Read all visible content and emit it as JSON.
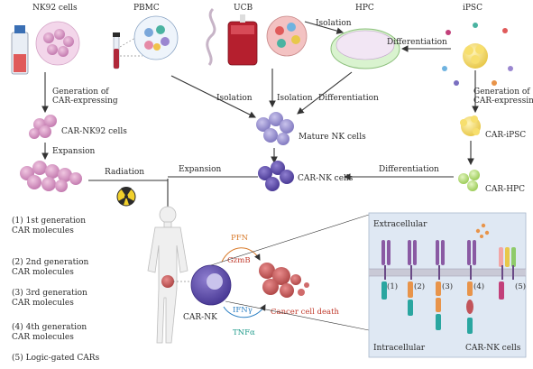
{
  "labels": {
    "nk92": "NK92 cells",
    "pbmc": "PBMC",
    "ucb": "UCB",
    "hpc": "HPC",
    "ipsc": "iPSC",
    "gen1_a": "Generation of",
    "gen1_b": "CAR-expressing",
    "car_nk92": "CAR-NK92 cells",
    "expansion_left": "Expansion",
    "isolation_pbmc": "Isolation",
    "isolation_ucb": "Isolation",
    "differentiation_hpc": "Differentiation",
    "isolation_top": "Isolation",
    "differentiation_top": "Differentiation",
    "gen2_a": "Generation of",
    "gen2_b": "CAR-expressing",
    "mature_nk": "Mature NK cells",
    "car_ipsc": "CAR-iPSC",
    "radiation": "Radiation",
    "expansion_mid": "Expansion",
    "car_nk": "CAR-NK cells",
    "differentiation_bottom": "Differentiation",
    "car_hpc": "CAR-HPC",
    "pfn": "PFN",
    "gzmb": "GzmB",
    "ifng": "IFNγ",
    "tnfa": "TNFα",
    "car_nk_bottom": "CAR-NK",
    "cancer_death": "Cancer cell death",
    "extracellular": "Extracellular",
    "intracellular": "Intracellular",
    "car_nk_cells_panel": "CAR-NK cells"
  },
  "generations": [
    {
      "line1": "(1) 1st generation",
      "line2": "CAR molecules"
    },
    {
      "line1": "(2) 2nd generation",
      "line2": "CAR molecules"
    },
    {
      "line1": "(3) 3rd generation",
      "line2": "CAR molecules"
    },
    {
      "line1": "(4) 4th generation",
      "line2": "CAR molecules"
    },
    {
      "line1": "(5) Logic-gated CARs",
      "line2": ""
    }
  ],
  "panel_numbers": [
    "(1)",
    "(2)",
    "(3)",
    "(4)",
    "(5)"
  ],
  "colors": {
    "nk_purple": "#8e86c9",
    "nk_dark": "#5b4aa6",
    "cancer_red": "#c85b5b",
    "car_purple": "#8a5aa3",
    "car_orange": "#e8944a",
    "car_teal": "#2aa6a0",
    "car_pink": "#c2407a",
    "membrane": "#b7b7c7",
    "panel_bg": "#dfe8f3"
  }
}
